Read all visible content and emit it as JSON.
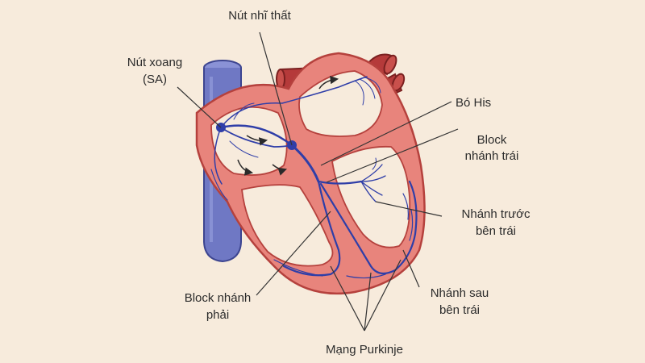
{
  "labels": {
    "av_node": "Nút nhĩ thất",
    "sa_node_1": "Nút xoang",
    "sa_node_2": "(SA)",
    "bundle_his": "Bó His",
    "lbb_block_1": "Block",
    "lbb_block_2": "nhánh trái",
    "left_ant_1": "Nhánh trước",
    "left_ant_2": "bên trái",
    "rbb_block_1": "Block nhánh",
    "rbb_block_2": "phải",
    "left_post_1": "Nhánh sau",
    "left_post_2": "bên trái",
    "purkinje": "Mạng Purkinje"
  },
  "colors": {
    "background": "#f7ebdc",
    "heart_wall": "#e8847c",
    "heart_outline": "#b5413d",
    "chamber": "#f7ebdc",
    "vessel_red": "#b53a3a",
    "vena_cava": "#6f78c4",
    "conduction": "#2f3ea8"
  }
}
